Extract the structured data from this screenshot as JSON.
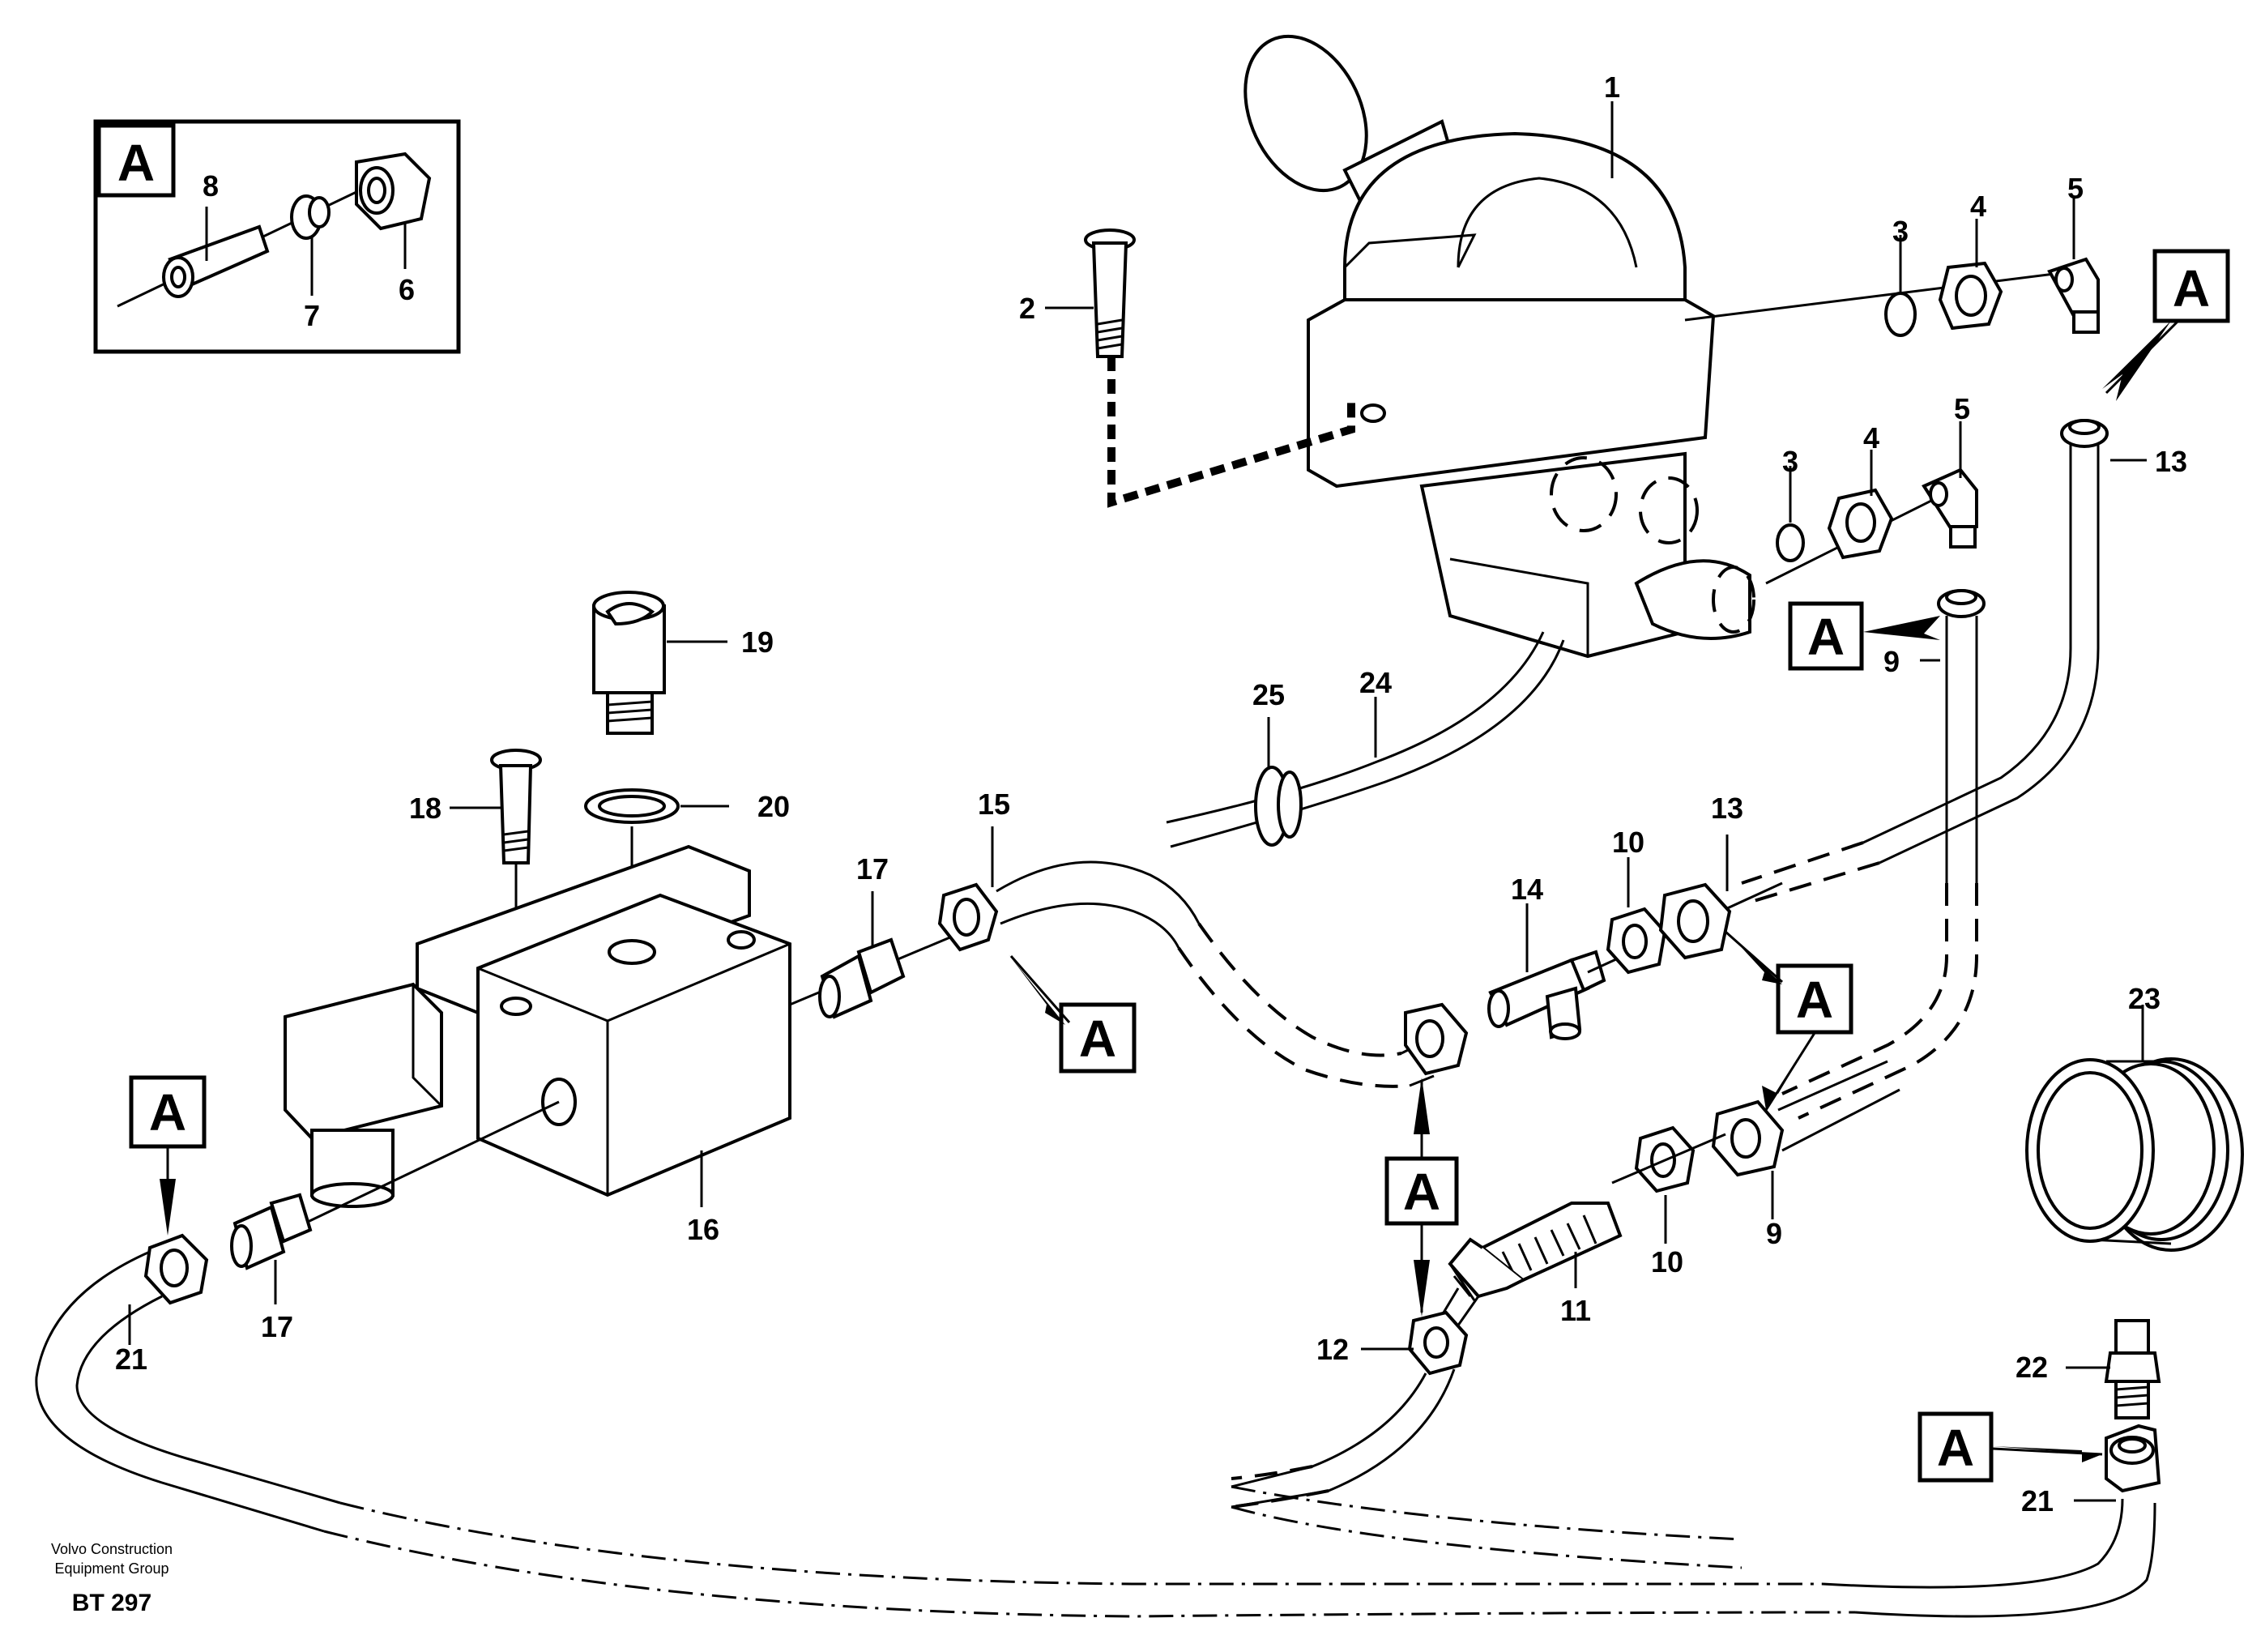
{
  "inset": {
    "tag": "A",
    "labels": [
      "8",
      "7",
      "6"
    ]
  },
  "callouts": {
    "c1": "1",
    "c2": "2",
    "c3a": "3",
    "c3b": "3",
    "c4a": "4",
    "c4b": "4",
    "c5a": "5",
    "c5b": "5",
    "c6": "6",
    "c7": "7",
    "c8": "8",
    "c9a": "9",
    "c9b": "9",
    "c10a": "10",
    "c10b": "10",
    "c11": "11",
    "c12": "12",
    "c13a": "13",
    "c13b": "13",
    "c14": "14",
    "c15": "15",
    "c16": "16",
    "c17a": "17",
    "c17b": "17",
    "c18": "18",
    "c19": "19",
    "c20": "20",
    "c21a": "21",
    "c21b": "21",
    "c22": "22",
    "c23": "23",
    "c24": "24",
    "c25": "25"
  },
  "detail_tag": "A",
  "footer": {
    "company_line1": "Volvo Construction",
    "company_line2": "Equipment Group",
    "drawing_code": "BT 297"
  }
}
